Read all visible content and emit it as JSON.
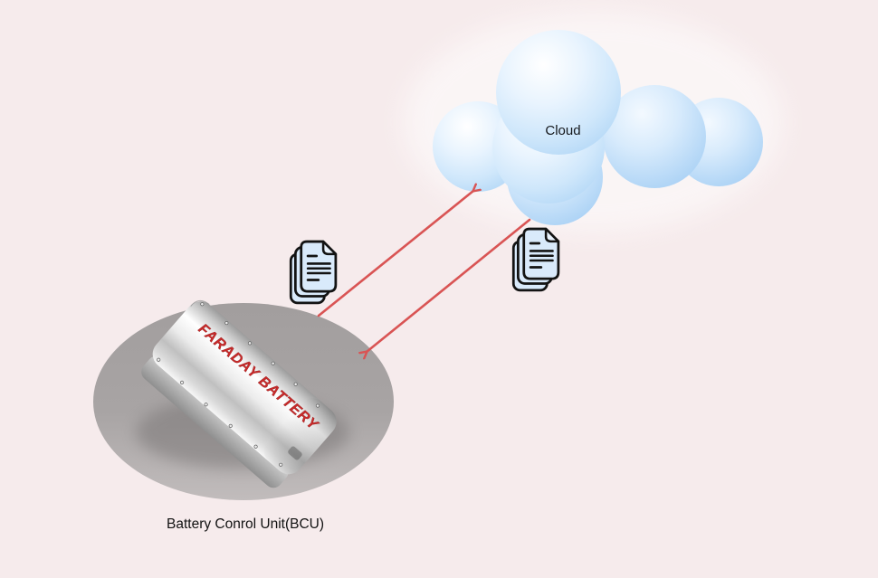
{
  "diagram": {
    "cloud": {
      "label": "Cloud"
    },
    "bcu": {
      "caption": "Battery Conrol Unit(BCU)",
      "brand": "FARADAY BATTERY"
    },
    "edges": [
      {
        "id": "bcu-to-cloud",
        "from": "bcu",
        "to": "cloud",
        "payload_icon": "documents-icon"
      },
      {
        "id": "cloud-to-bcu",
        "from": "cloud",
        "to": "bcu",
        "payload_icon": "documents-icon"
      }
    ],
    "colors": {
      "background": "#f6ebec",
      "arrow": "#d95454",
      "cloud_fill_light": "#f2f9ff",
      "cloud_fill_dark": "#abd2f5",
      "document_fill": "#d9eafb",
      "brand_text": "#c92a2a",
      "platform_gray": "#a8a4a4"
    }
  }
}
